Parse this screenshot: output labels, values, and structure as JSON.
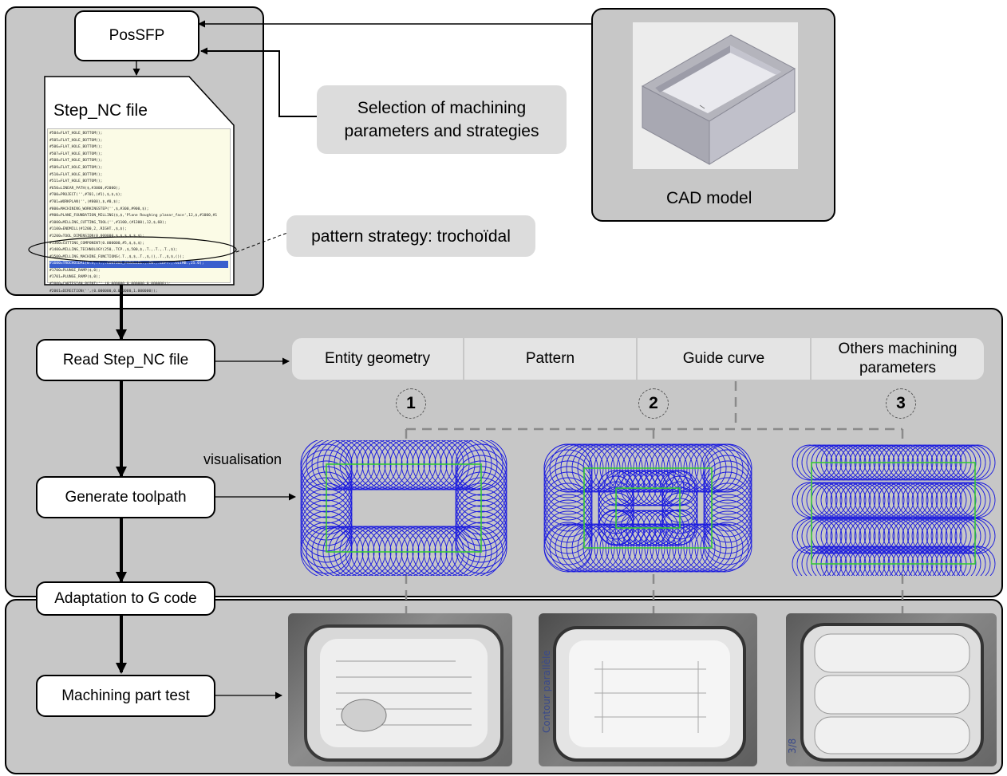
{
  "top": {
    "possfp_label": "PosSFP",
    "stepnc_title": "Step_NC file",
    "stepnc_lines": [
      "#504=FLAT_HOLE_BOTTOM();",
      "#505=FLAT_HOLE_BOTTOM();",
      "#506=FLAT_HOLE_BOTTOM();",
      "#507=FLAT_HOLE_BOTTOM();",
      "#508=FLAT_HOLE_BOTTOM();",
      "#509=FLAT_HOLE_BOTTOM();",
      "#510=FLAT_HOLE_BOTTOM();",
      "#511=FLAT_HOLE_BOTTOM();",
      "#650=LINEAR_PATH($,#3000,#2000);",
      "#700=PROJECT('',#701,(#1),$,$,$);",
      "#701=WORKPLAN('',(#800),$,#0,$);",
      "#800=MACHINING_WORKINGSTEP('',$,#300,#900,$);",
      "#900=PLANE_FOUNDATION_MILLING($,$,'Plane Roughing planar_face',12,$,#1000,#1",
      "#1000=MILLING_CUTTING_TOOL('',#1100,(#1300),12,$,60);",
      "#1100=ENDMILL(#1200,2,.RIGHT.,$,$);",
      "#1200=TOOL_DIMENSION(0.000000,$,$,$,$,$,$);",
      "#1300=CUTTING_COMPONENT(0.000000,#5,$,$,$);",
      "#1400=MILLING_TECHNOLOGY(250,.TCP.,$,500,$,.T.,.T.,.T.,$);",
      "#1500=MILLING_MACHINE_FUNCTIONS(.T.,$,$,.T.,$,(),.T.,$,$,());",
      "#1600=TROCHOIDAL(0.5,.T.,.CONTOUR_PARALLEL.,.CW.,.LEFT.,.CLIMB.,25.0);",
      "#1700=PLUNGE_RAMP($,0);",
      "#1701=PLUNGE_RAMP($,0);",
      "#2000=CARTESIAN_POINT('',(0.000000,0.000000,0.000000));",
      "#2001=DIRECTION('',(0.000000,0.000000,1.000000));"
    ],
    "selection_callout": "Selection of machining parameters and strategies",
    "pattern_callout": "pattern strategy: trochoïdal",
    "cad_label": "CAD model"
  },
  "flow": {
    "read": "Read Step_NC file",
    "generate": "Generate toolpath",
    "adaptation": "Adaptation to G code",
    "machining": "Machining part test"
  },
  "chips": {
    "entity": "Entity geometry",
    "pattern": "Pattern",
    "guide": "Guide curve",
    "others": "Others machining parameters"
  },
  "steps": [
    "1",
    "2",
    "3"
  ],
  "visualisation_label": "visualisation",
  "photo_annotations": {
    "photo2": "Contour parallèle",
    "photo3": "3/8"
  },
  "colors": {
    "panel": "#c7c7c7",
    "toolpath": "#1a1adf",
    "guide": "#35c935",
    "highlight": "#3a5fcd"
  }
}
